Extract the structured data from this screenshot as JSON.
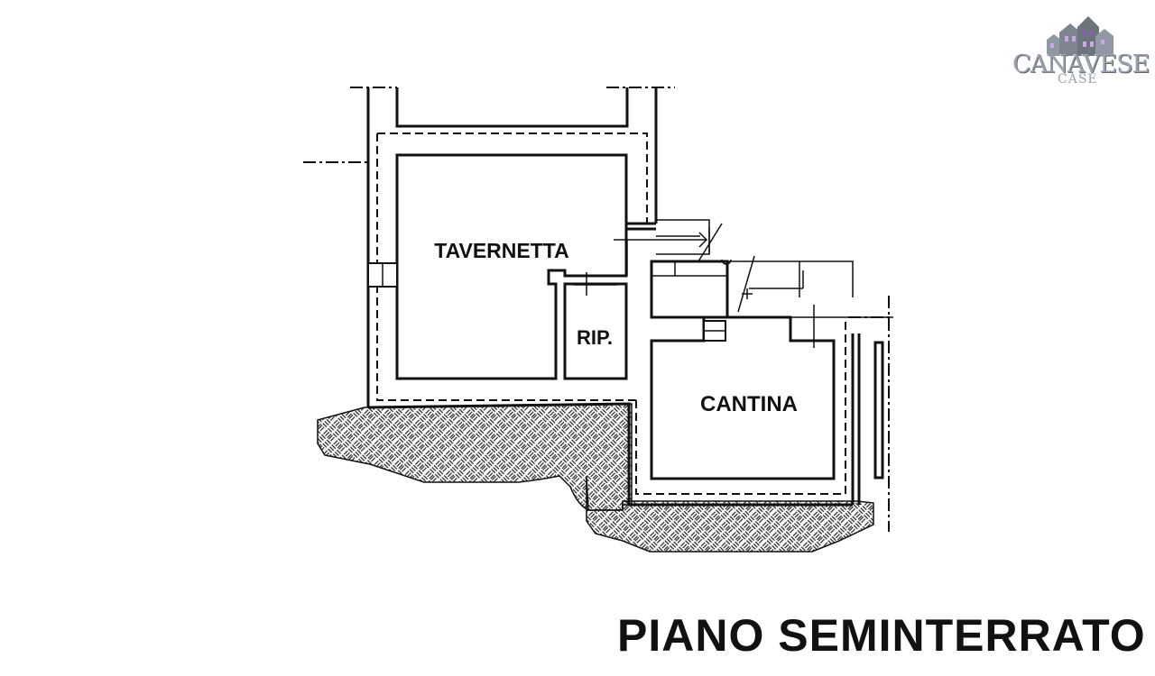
{
  "logo": {
    "brand": "CANAVESE",
    "sub": "CASE",
    "icon": "houses-skyline-icon",
    "colors": {
      "gray": "#9aa3ad",
      "dark": "#5e6670",
      "accent": "#8a5fb0"
    }
  },
  "rooms": {
    "tavernetta": "TAVERNETTA",
    "ripostiglio": "RIP.",
    "cantina": "CANTINA"
  },
  "floor_title": "PIANO SEMINTERRATO"
}
